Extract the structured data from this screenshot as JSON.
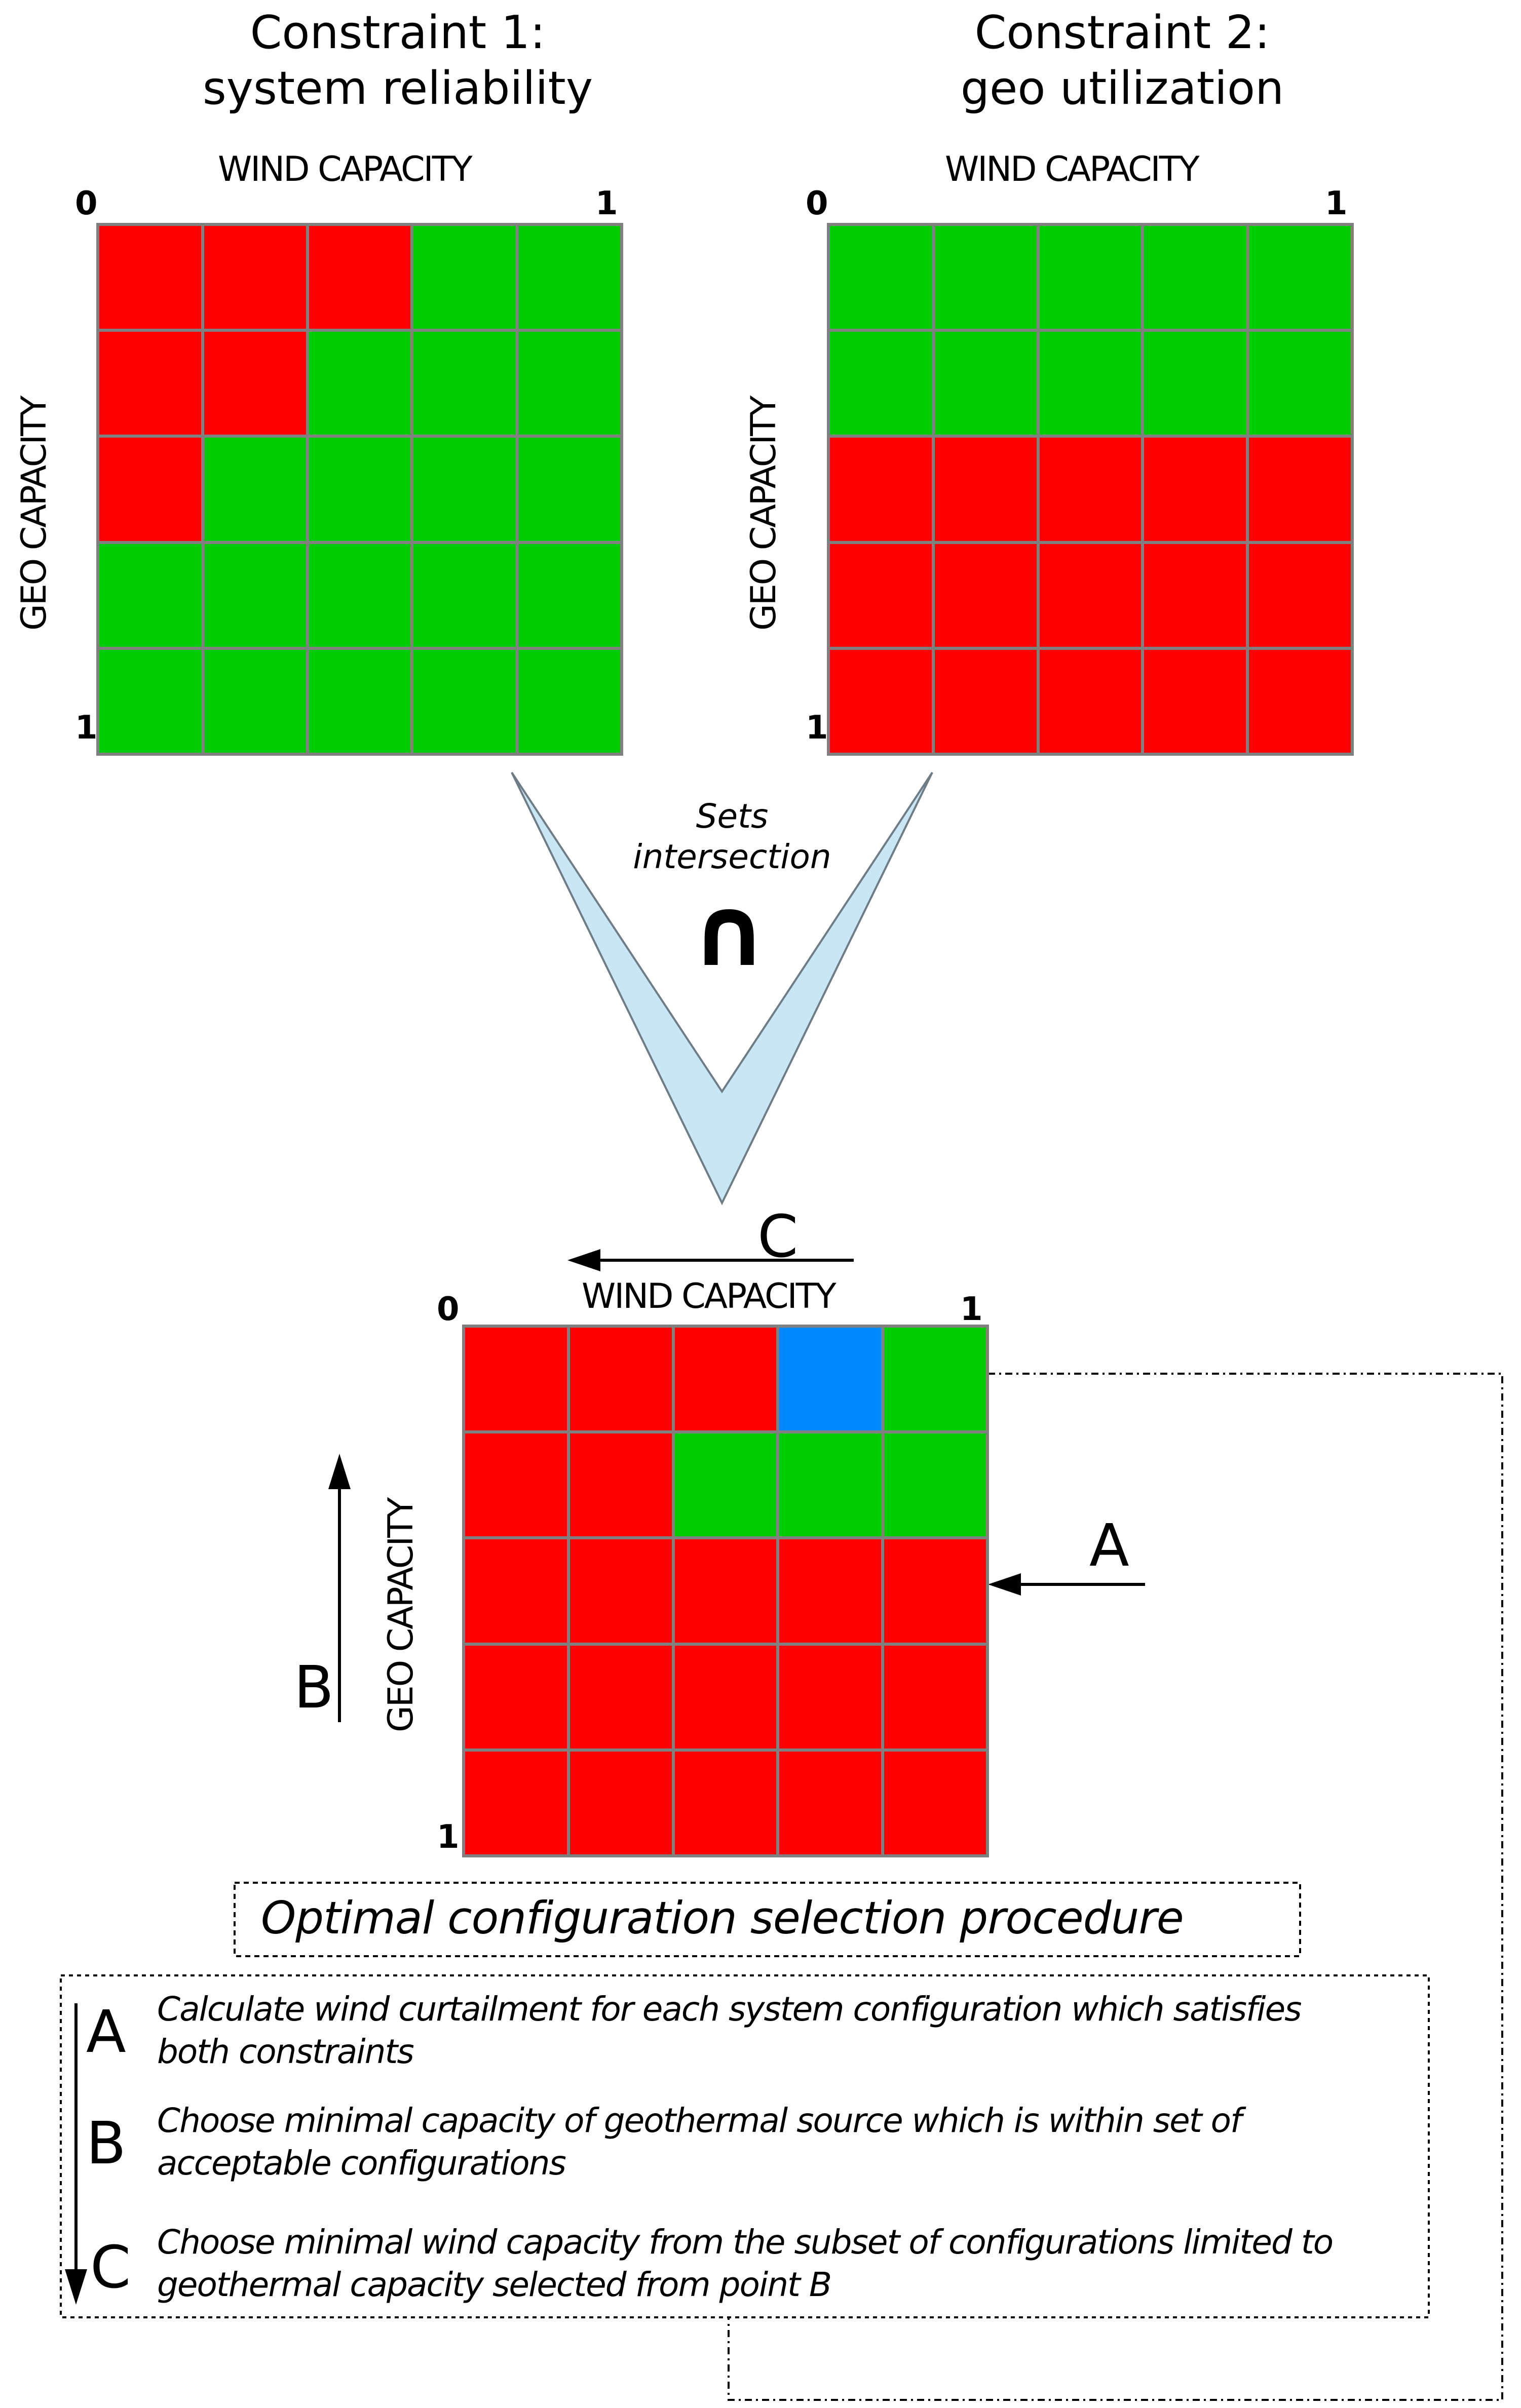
{
  "constraint1": {
    "title_line1": "Constraint 1:",
    "title_line2": "system reliability",
    "x_axis_label": "WIND CAPACITY",
    "y_axis_label": "GEO CAPACITY",
    "tick_zero": "0",
    "tick_one_x": "1",
    "tick_one_y": "1",
    "grid": [
      [
        "red",
        "red",
        "red",
        "green",
        "green"
      ],
      [
        "red",
        "red",
        "green",
        "green",
        "green"
      ],
      [
        "red",
        "green",
        "green",
        "green",
        "green"
      ],
      [
        "green",
        "green",
        "green",
        "green",
        "green"
      ],
      [
        "green",
        "green",
        "green",
        "green",
        "green"
      ]
    ]
  },
  "constraint2": {
    "title_line1": "Constraint 2:",
    "title_line2": "geo utilization",
    "x_axis_label": "WIND CAPACITY",
    "y_axis_label": "GEO CAPACITY",
    "tick_zero": "0",
    "tick_one_x": "1",
    "tick_one_y": "1",
    "grid": [
      [
        "green",
        "green",
        "green",
        "green",
        "green"
      ],
      [
        "green",
        "green",
        "green",
        "green",
        "green"
      ],
      [
        "red",
        "red",
        "red",
        "red",
        "red"
      ],
      [
        "red",
        "red",
        "red",
        "red",
        "red"
      ],
      [
        "red",
        "red",
        "red",
        "red",
        "red"
      ]
    ]
  },
  "intersection": {
    "label_line1": "Sets",
    "label_line2": "intersection",
    "symbol": "∩"
  },
  "result": {
    "x_axis_label": "WIND CAPACITY",
    "y_axis_label": "GEO CAPACITY",
    "tick_zero": "0",
    "tick_one_x": "1",
    "tick_one_y": "1",
    "arrow_label_c": "C",
    "arrow_label_a": "A",
    "arrow_label_b": "B",
    "grid": [
      [
        "red",
        "red",
        "red",
        "blue",
        "green"
      ],
      [
        "red",
        "red",
        "green",
        "green",
        "green"
      ],
      [
        "red",
        "red",
        "red",
        "red",
        "red"
      ],
      [
        "red",
        "red",
        "red",
        "red",
        "red"
      ],
      [
        "red",
        "red",
        "red",
        "red",
        "red"
      ]
    ]
  },
  "procedure": {
    "title": "Optimal configuration selection procedure",
    "steps": [
      {
        "letter": "A",
        "line1": "Calculate wind curtailment for each system configuration which satisfies",
        "line2": "both constraints"
      },
      {
        "letter": "B",
        "line1": "Choose minimal capacity of geothermal source which is within set of",
        "line2": "acceptable configurations"
      },
      {
        "letter": "C",
        "line1": "Choose minimal wind capacity from the subset of configurations limited to",
        "line2": "geothermal capacity selected from point B"
      }
    ]
  },
  "colors": {
    "red": "#ff0000",
    "green": "#00cc00",
    "blue": "#0088ff",
    "funnel_fill": "#c8e6f5",
    "grid_line": "#808080"
  }
}
